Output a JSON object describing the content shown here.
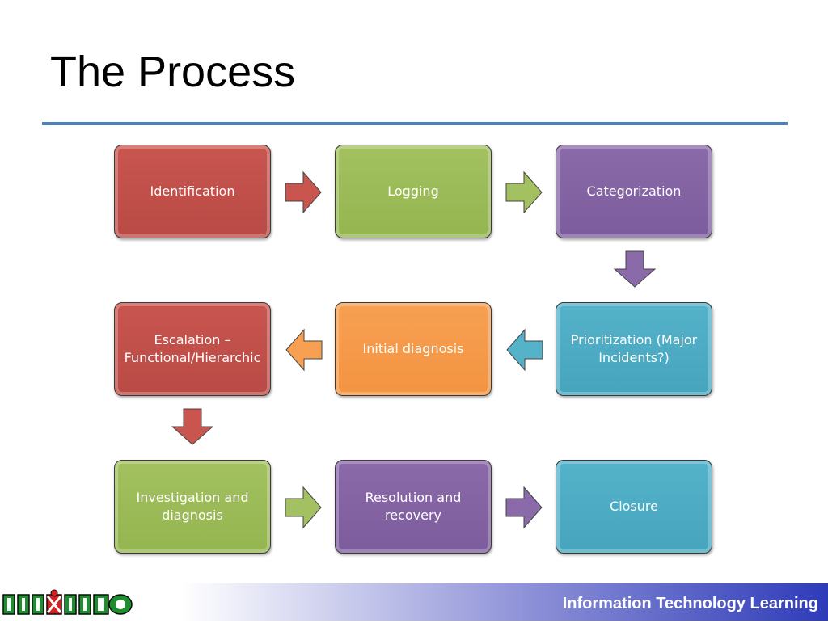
{
  "slide": {
    "title": "The Process"
  },
  "colors": {
    "red": "#c0504d",
    "green": "#9bbb59",
    "purple": "#8064a2",
    "blue": "#4bacc6",
    "orange": "#f79646",
    "title_rule": "#4f81bd"
  },
  "steps": [
    {
      "label": "Identification",
      "color": "red"
    },
    {
      "label": "Logging",
      "color": "green"
    },
    {
      "label": "Categorization",
      "color": "purple"
    },
    {
      "label": "Prioritization (Major Incidents?)",
      "color": "blue"
    },
    {
      "label": "Initial diagnosis",
      "color": "orange"
    },
    {
      "label": "Escalation – Functional/Hierarchic",
      "color": "red"
    },
    {
      "label": "Investigation and diagnosis",
      "color": "green"
    },
    {
      "label": "Resolution and recovery",
      "color": "purple"
    },
    {
      "label": "Closure",
      "color": "blue"
    }
  ],
  "footer": {
    "brand_text": "Information Technology Learning",
    "logo_text": "INIXINDO"
  }
}
